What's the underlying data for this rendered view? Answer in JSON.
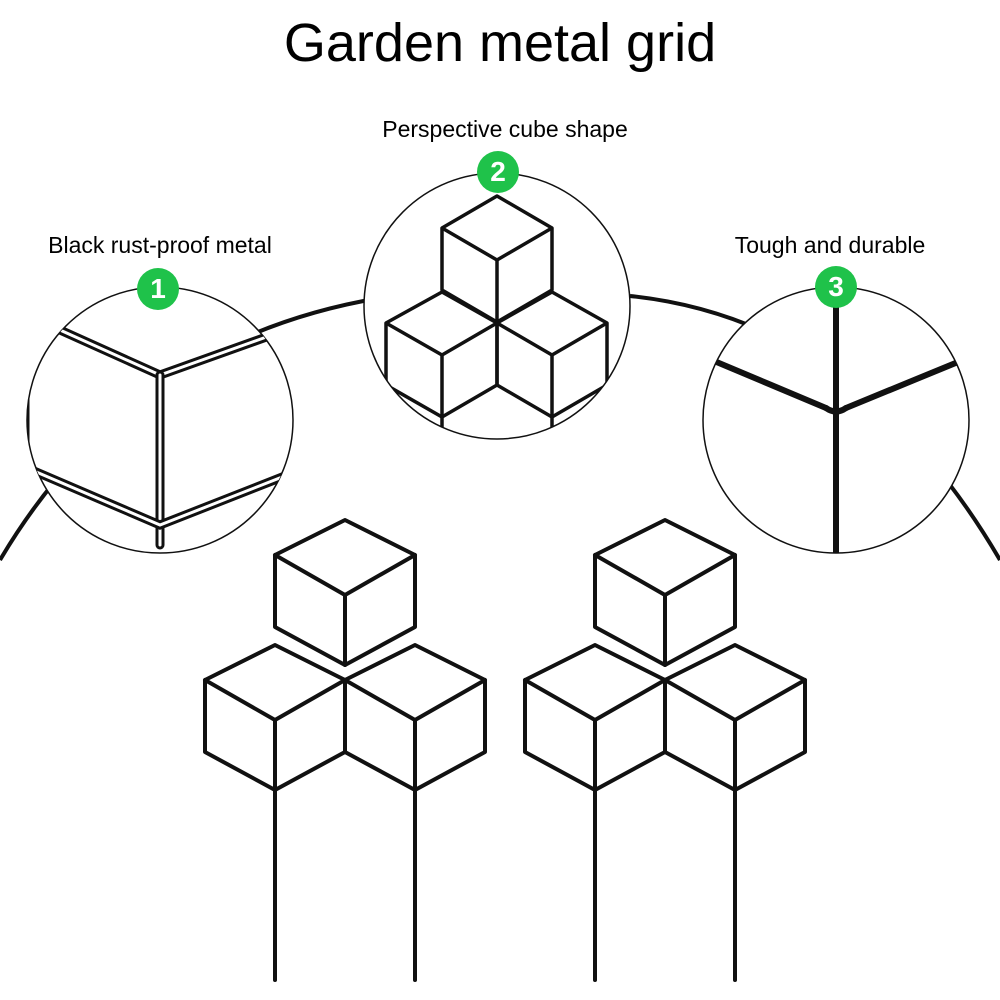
{
  "title": "Garden metal grid",
  "features": [
    {
      "number": "1",
      "label": "Black rust-proof metal"
    },
    {
      "number": "2",
      "label": "Perspective cube shape"
    },
    {
      "number": "3",
      "label": "Tough and durable"
    }
  ],
  "colors": {
    "badge_green": "#1fc24a",
    "wire_black": "#111111",
    "background": "#ffffff"
  },
  "trellis_count": 2
}
